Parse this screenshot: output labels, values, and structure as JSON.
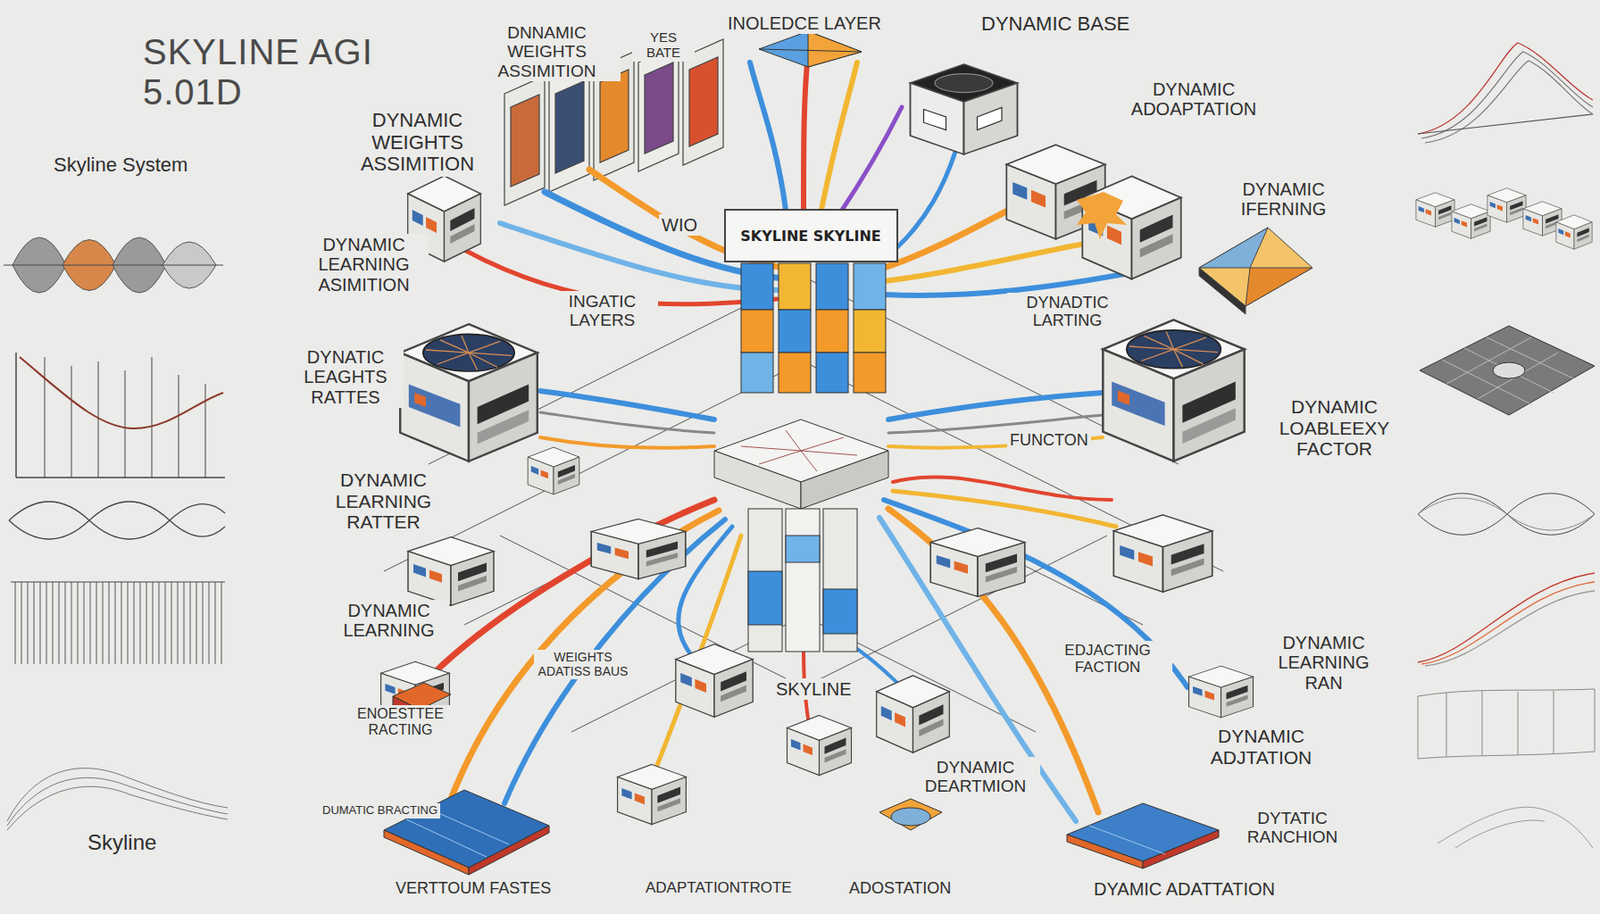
{
  "diagram": {
    "title": "SKYLINE AGI 5.01D",
    "nodes": [
      {
        "text": [
          "SKYLINE SKYLINE"
        ]
      }
    ],
    "labels": [
      "Skyline System",
      "Skyline",
      "DNNAMIC WEIGHTS ASSIMITION",
      "YES BATE",
      "INOLEDCE LAYER",
      "DYNAMIC BASE",
      "DYNAMIC ADOAPTATION",
      "DYNAMIC WEIGHTS ASSIMITION",
      "DYNAMIC LEARNING ASIMITION",
      "WIO",
      "INGATIC LAYERS",
      "DYNAMIC IFERNING",
      "DYNADTIC LARTING",
      "DYNATIC LEAGHTS RATTES",
      "DYNAMIC LOABLEEXY FACTOR",
      "FUNCTON",
      "DYNAMIC LEARNING RATTER",
      "DYNAMIC LEARNING",
      "WEIGHTS ADATISS BAUS",
      "SKYLINE",
      "ENOESTTEE RACTING",
      "DUMATIC BRACTING",
      "DYNAMIC DEARTMION",
      "DYNAMIC ADJTATION",
      "DYNAMIC LEARNING RAN",
      "EDJACTING FACTION",
      "DYTATIC RANCHION",
      "VERTTOUM FASTES",
      "ADAPTATIONTROTE",
      "ADOSTATION",
      "DYAMIC ADATTATION"
    ]
  }
}
